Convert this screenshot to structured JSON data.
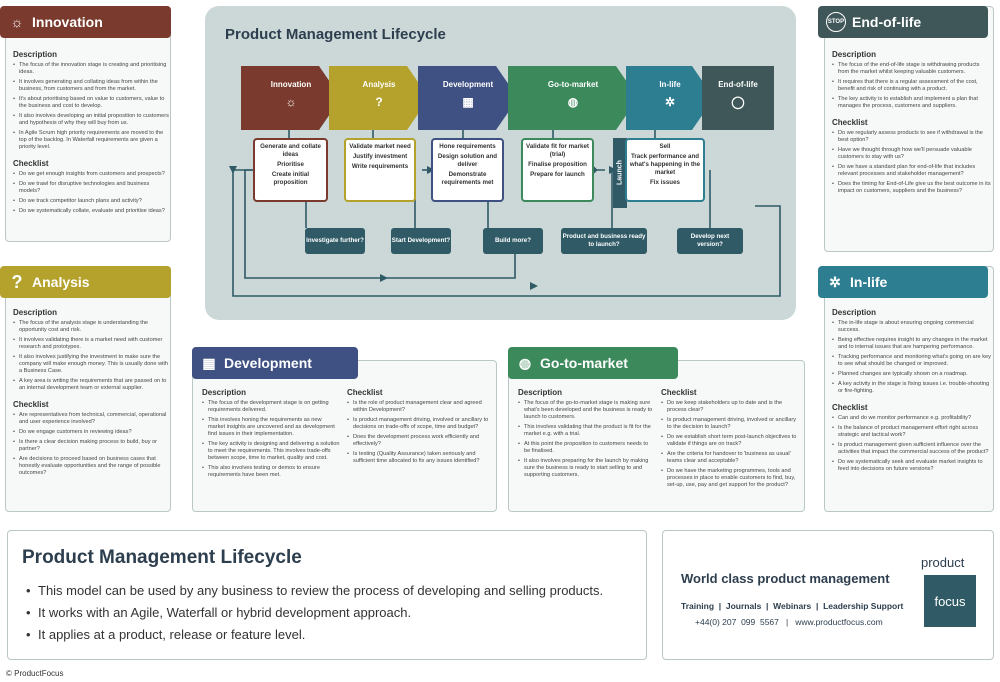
{
  "center": {
    "title": "Product Management Lifecycle",
    "launch": "Launch"
  },
  "stages": [
    {
      "label": "Innovation",
      "color": "#7a3b2e",
      "icon": "lightbulb-icon"
    },
    {
      "label": "Analysis",
      "color": "#b4a22c",
      "icon": "question-icon"
    },
    {
      "label": "Development",
      "color": "#3e5182",
      "icon": "bricks-icon"
    },
    {
      "label": "Go-to-market",
      "color": "#3c8a5c",
      "icon": "globe-icon"
    },
    {
      "label": "In-life",
      "color": "#2e7e92",
      "icon": "cogs-icon"
    },
    {
      "label": "End-of-life",
      "color": "#3f5758",
      "icon": "stop-icon"
    }
  ],
  "boxes": {
    "innovation": [
      "Generate and collate ideas",
      "Prioritise",
      "Create initial proposition"
    ],
    "analysis": [
      "Validate market need",
      "Justify investment",
      "Write requirements"
    ],
    "development": [
      "Hone requirements",
      "Design solution and deliver",
      "Demonstrate requirements met"
    ],
    "gtm": [
      "Validate fit for market (trial)",
      "Finalise proposition",
      "Prepare for launch"
    ],
    "inlife": [
      "Sell",
      "Track performance and what's happening in the market",
      "Fix issues"
    ]
  },
  "decisions": [
    "Investigate further?",
    "Start Development?",
    "Build more?",
    "Product and business ready to launch?",
    "Develop next version?"
  ],
  "panels": {
    "innovation": {
      "title": "Innovation",
      "desc_h": "Description",
      "check_h": "Checklist",
      "desc": [
        "The focus of the innovation stage is creating and prioritising ideas.",
        "It involves generating and collating ideas from within the business, from customers and from the market.",
        "It's about prioritising based on value to customers, value to the business and cost to develop.",
        "It also involves developing an initial proposition to customers and hypothesis of why they will buy from us.",
        "In Agile Scrum high priority requirements are moved to the top of the backlog. In Waterfall requirements are given a priority level."
      ],
      "check": [
        "Do we get enough insights from customers and prospects?",
        "Do we trawl for disruptive technologies and business models?",
        "Do we track competitor launch plans and activity?",
        "Do we systematically collate, evaluate and prioritise ideas?"
      ]
    },
    "analysis": {
      "title": "Analysis",
      "desc_h": "Description",
      "check_h": "Checklist",
      "desc": [
        "The focus of the analysis stage is understanding the opportunity cost and risk.",
        "It involves validating there is a market need with customer research and prototypes.",
        "It also involves justifying the investment to make sure the company will make enough money. This is usually done with a Business Case.",
        "A key area is writing the requirements that are passed on to an internal development team or external supplier."
      ],
      "check": [
        "Are representatives from technical, commercial, operational and user experience involved?",
        "Do we engage customers in reviewing ideas?",
        "Is there a clear decision making process to build, buy or partner?",
        "Are decisions to proceed based on business cases that honestly evaluate opportunities and the range of possible outcomes?"
      ]
    },
    "development": {
      "title": "Development",
      "desc_h": "Description",
      "check_h": "Checklist",
      "desc": [
        "The focus of the development stage is on getting requirements delivered.",
        "This involves honing the requirements as new market insights are uncovered and as development find issues in their implementation.",
        "The key activity is designing and delivering a solution to meet the requirements. This involves trade-offs between scope, time to market, quality and cost.",
        "This also involves testing or demos to ensure requirements have been met."
      ],
      "check": [
        "Is the role of product management clear and agreed within Development?",
        "Is product management driving, involved or ancillary to decisions on trade-offs of scope, time and budget?",
        "Does the development process work efficiently and effectively?",
        "Is testing (Quality Assurance) taken seriously and sufficient time allocated to fix any issues identified?"
      ]
    },
    "gtm": {
      "title": "Go-to-market",
      "desc_h": "Description",
      "check_h": "Checklist",
      "desc": [
        "The focus of the go-to-market stage is making sure what's been developed and the business is ready to launch to customers.",
        "This involves validating that the product is fit for the market e.g. with a trial.",
        "At this point the proposition to customers needs to be finalised.",
        "It also involves preparing for the launch by making sure the business is ready to start selling to and supporting customers."
      ],
      "check": [
        "Do we keep stakeholders up to date and is the process clear?",
        "Is product management driving, involved or ancillary to the decision to launch?",
        "Do we establish short term post-launch objectives to validate if things are on track?",
        "Are the criteria for handover to 'business as usual' teams clear and acceptable?",
        "Do we have the marketing programmes, tools and processes in place to enable customers to find, buy, set-up, use, pay and get support for the product?"
      ]
    },
    "eol": {
      "title": "End-of-life",
      "desc_h": "Description",
      "check_h": "Checklist",
      "desc": [
        "The focus of the end-of-life stage is withdrawing products from the market whilst keeping valuable customers.",
        "It requires that there is a regular assessment of the cost, benefit and risk of continuing with a product.",
        "The key activity is to establish and implement a plan that manages the process, customers and suppliers."
      ],
      "check": [
        "Do we regularly assess products to see if withdrawal is the best option?",
        "Have we thought through how we'll persuade valuable customers to stay with us?",
        "Do we have a standard plan for end-of-life that includes relevant processes and stakeholder management?",
        "Does the timing for End-of-Life give us the best outcome in its impact on customers, suppliers and the business?"
      ]
    },
    "inlife": {
      "title": "In-life",
      "desc_h": "Description",
      "check_h": "Checklist",
      "desc": [
        "The in-life stage is about ensuring ongoing commercial success.",
        "Being effective requires insight to any changes in the market and to internal issues that are hampering performance.",
        "Tracking performance and monitoring what's going on are key to see what should be changed or improved.",
        "Planned changes are typically shown on a roadmap.",
        "A key activity in the stage is fixing issues i.e. trouble-shooting or fire-fighting."
      ],
      "check": [
        "Can and do we monitor performance e.g. profitability?",
        "Is the balance of product management effort right across strategic and tactical work?",
        "Is product management given sufficient influence over the activities that impact the commercial success of the product?",
        "Do we systematically seek and evaluate market insights to feed into decisions on future versions?"
      ]
    }
  },
  "summary": {
    "title": "Product Management Lifecycle",
    "points": [
      "This model can be used by any business to review the process of developing and selling products.",
      "It works with an Agile, Waterfall or hybrid development approach.",
      "It applies at a product, release or feature level."
    ]
  },
  "brand": {
    "tagline": "World class product management",
    "services": "Training  |  Journals  |  Webinars  |  Leadership Support",
    "contact": "+44(0) 207  099  5567   |   www.productfocus.com",
    "logo_top": "product",
    "logo_box": "focus"
  },
  "copyright": "© ProductFocus"
}
